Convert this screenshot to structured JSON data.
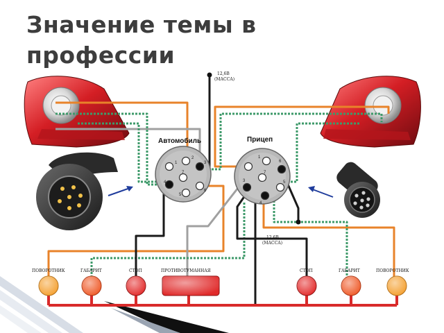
{
  "slide": {
    "title": "Значение темы в профессии"
  },
  "diagram": {
    "connector_car_label": "Автомобиль",
    "connector_trailer_label": "Прицеп",
    "ground_top": {
      "voltage": "12,6В",
      "note": "(МАССА)"
    },
    "ground_bottom": {
      "voltage": "12,6В",
      "note": "(МАССА)"
    },
    "lamps": [
      {
        "id": "turn-left",
        "label": "ПОВОРОТНИК",
        "color": "#f4a030"
      },
      {
        "id": "marker-left",
        "label": "ГАБАРИТ",
        "color": "#ef5a28"
      },
      {
        "id": "stop-left",
        "label": "СТОП",
        "color": "#e32a2a"
      },
      {
        "id": "fog",
        "label": "ПРОТИВОТУМАННАЯ",
        "color": "#e02a2a"
      },
      {
        "id": "stop-right",
        "label": "СТОП",
        "color": "#e32a2a"
      },
      {
        "id": "marker-right",
        "label": "ГАБАРИТ",
        "color": "#ef5a28"
      },
      {
        "id": "turn-right",
        "label": "ПОВОРОТНИК",
        "color": "#f4a030"
      }
    ],
    "car_pins": [
      "1",
      "2",
      "3",
      "4",
      "5",
      "6",
      "7"
    ],
    "trailer_pins": [
      "1",
      "2",
      "3",
      "4",
      "5",
      "6",
      "7"
    ],
    "wire_colors": {
      "orange": "#e8832a",
      "black": "#1a1a1a",
      "gray": "#a0a0a0",
      "green": "#3e9a6a",
      "white": "#ffffff"
    }
  }
}
